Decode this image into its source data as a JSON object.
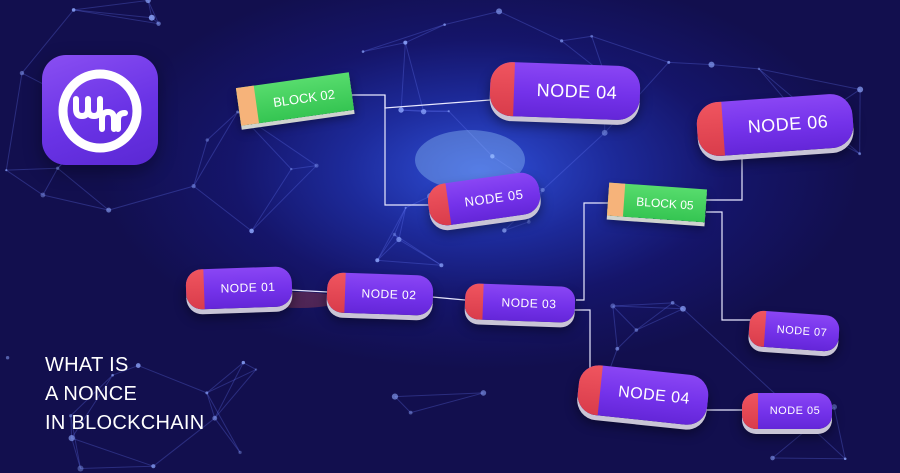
{
  "logo": {
    "name": "wnr-logo"
  },
  "title_lines": [
    "WHAT IS",
    "A NONCE",
    "IN BLOCKCHAIN"
  ],
  "blocks": [
    {
      "id": "block-02",
      "label": "BLOCK 02"
    },
    {
      "id": "block-05",
      "label": "BLOCK 05"
    }
  ],
  "nodes": [
    {
      "id": "node-04-top",
      "label": "NODE 04"
    },
    {
      "id": "node-06",
      "label": "NODE 06"
    },
    {
      "id": "node-05-mid",
      "label": "NODE 05"
    },
    {
      "id": "node-01",
      "label": "NODE 01"
    },
    {
      "id": "node-02",
      "label": "NODE 02"
    },
    {
      "id": "node-03",
      "label": "NODE 03"
    },
    {
      "id": "node-07",
      "label": "NODE 07"
    },
    {
      "id": "node-04-bottom",
      "label": "NODE 04"
    },
    {
      "id": "node-05-bottom",
      "label": "NODE 05"
    }
  ],
  "colors": {
    "node_purple": "#7432ea",
    "node_cap_red": "#e5474f",
    "block_green": "#3ecb5a",
    "block_cap_orange": "#f6b37a",
    "logo_purple": "#6a33e6"
  }
}
